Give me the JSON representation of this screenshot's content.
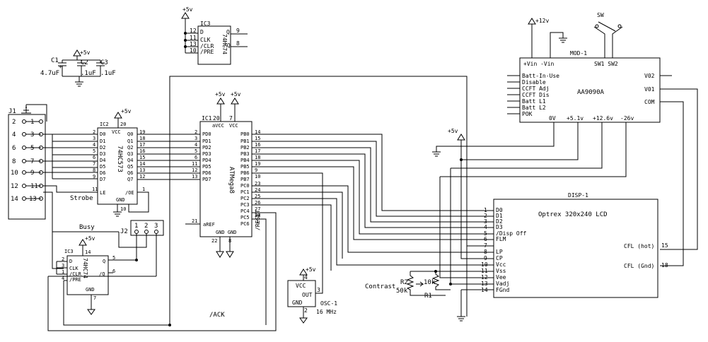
{
  "ic3_top": {
    "ref": "IC3",
    "part": "74HC74",
    "pins": [
      "12",
      "11",
      "13",
      "10",
      "9",
      "8"
    ],
    "labels": [
      "D",
      "CLK",
      "/CLR",
      "/PRE",
      "Q",
      "/Q"
    ],
    "supply": "+5v"
  },
  "caps": {
    "c1": "C1",
    "c1_val": "4.7uF",
    "c2": "C2",
    "c2_val": ".1uF",
    "c3": "C3",
    "c3_val": ".1uF",
    "supply": "+5v",
    "plus": "+"
  },
  "j1": {
    "ref": "J1",
    "left": [
      "2",
      "4",
      "6",
      "8",
      "10",
      "12",
      "14"
    ],
    "right": [
      "1",
      "3",
      "5",
      "7",
      "9",
      "11",
      "13"
    ]
  },
  "ic2": {
    "ref": "IC2",
    "part": "74HC573",
    "vcc": "VCC",
    "vcc_pin": "20",
    "gnd": "GND",
    "gnd_pin": "10",
    "le": "LE",
    "le_pin": "11",
    "oe": "/OE",
    "oe_pin": "1",
    "supply": "+5v",
    "d_pins": [
      "2",
      "3",
      "4",
      "5",
      "6",
      "7",
      "8",
      "9"
    ],
    "d_labels": [
      "D0",
      "D1",
      "D2",
      "D3",
      "D4",
      "D5",
      "D6",
      "D7"
    ],
    "q_labels": [
      "Q0",
      "Q1",
      "Q2",
      "Q3",
      "Q4",
      "Q5",
      "Q6",
      "Q7"
    ],
    "q_pins": [
      "19",
      "18",
      "17",
      "16",
      "15",
      "14",
      "13",
      "12"
    ]
  },
  "labels": {
    "strobe": "Strobe",
    "busy": "Busy",
    "ack": "/ACK",
    "contrast": "Contrast",
    "sw": "SW",
    "plus5v": "+5v",
    "plus12v": "+12v"
  },
  "j2": {
    "ref": "J2",
    "pins": [
      "1",
      "2",
      "3"
    ]
  },
  "ic3_bottom": {
    "ref": "IC3",
    "part": "74HC74",
    "vcc_pin": "14",
    "gnd": "GND",
    "gnd_pin": "7",
    "pins": [
      "2",
      "3",
      "1",
      "4"
    ],
    "labels": [
      "D",
      "CLK",
      "/CLR",
      "/PRE",
      "Q",
      "/Q"
    ],
    "q_pins": [
      "5",
      "6"
    ],
    "supply": "+5v"
  },
  "ic1": {
    "ref": "IC1",
    "part": "ATMega8",
    "avcc_pin": "20",
    "vcc_pin": "7",
    "avcc": "aVCC",
    "vcc": "VCC",
    "supply_a": "+5v",
    "supply_b": "+5v",
    "pd_labels": [
      "PD0",
      "PD1",
      "PD2",
      "PD3",
      "PD4",
      "PD5",
      "PD6",
      "PD7"
    ],
    "pd_pins": [
      "2",
      "3",
      "4",
      "5",
      "6",
      "11",
      "12",
      "13"
    ],
    "pb_labels": [
      "PB0",
      "PB1",
      "PB2",
      "PB3",
      "PB4",
      "PB5",
      "PB6",
      "PB7"
    ],
    "pb_pins": [
      "14",
      "15",
      "16",
      "17",
      "18",
      "19",
      "9",
      "10"
    ],
    "pc_labels": [
      "PC0",
      "PC1",
      "PC2",
      "PC3",
      "PC4",
      "PC5",
      "PC6"
    ],
    "pc_pins": [
      "23",
      "24",
      "25",
      "26",
      "27",
      "28",
      "1"
    ],
    "aref": "aREF",
    "aref_pin": "21",
    "gnd": "GND GND",
    "gnd_pins": [
      "22",
      "8"
    ],
    "reset": "/RESET"
  },
  "osc": {
    "ref": "OSC-1",
    "freq": "16 MHz",
    "vcc": "VCC",
    "out": "OUT",
    "gnd": "GND",
    "vcc_pin": "4",
    "out_pin": "3",
    "gnd_pin": "2",
    "supply": "+5v"
  },
  "mod1": {
    "ref": "MOD-1",
    "part": "AA9090A",
    "top": "+Vin -Vin",
    "sw": "SW1 SW2",
    "left": [
      "Batt-In-Use",
      "Disable",
      "CCFT Adj",
      "CCFT Dis",
      "Batt L1",
      "Batt L2",
      "POK"
    ],
    "right": [
      "V02",
      "V01",
      "COM"
    ],
    "bottom": [
      "0V",
      "+5.1v",
      "+12.6v",
      "-26v"
    ]
  },
  "disp": {
    "ref": "DISP-1",
    "part": "Optrex 320x240 LCD",
    "pins": [
      "1",
      "2",
      "3",
      "4",
      "5",
      "6",
      "7",
      "8",
      "9",
      "10",
      "11",
      "12",
      "13",
      "14"
    ],
    "labels": [
      "D0",
      "D1",
      "D2",
      "D3",
      "/Disp Off",
      "FLM",
      "",
      "LP",
      "CP",
      "Vcc",
      "Vss",
      "Vee",
      "Vadj",
      "FGnd"
    ],
    "cfl_hot": "CFL (hot)",
    "cfl_hot_pin": "15",
    "cfl_gnd": "CFL (Gnd)",
    "cfl_gnd_pin": "18"
  },
  "res": {
    "r1": "R1",
    "r1_val": "10k",
    "r2": "R2",
    "r2_val": "50k"
  }
}
